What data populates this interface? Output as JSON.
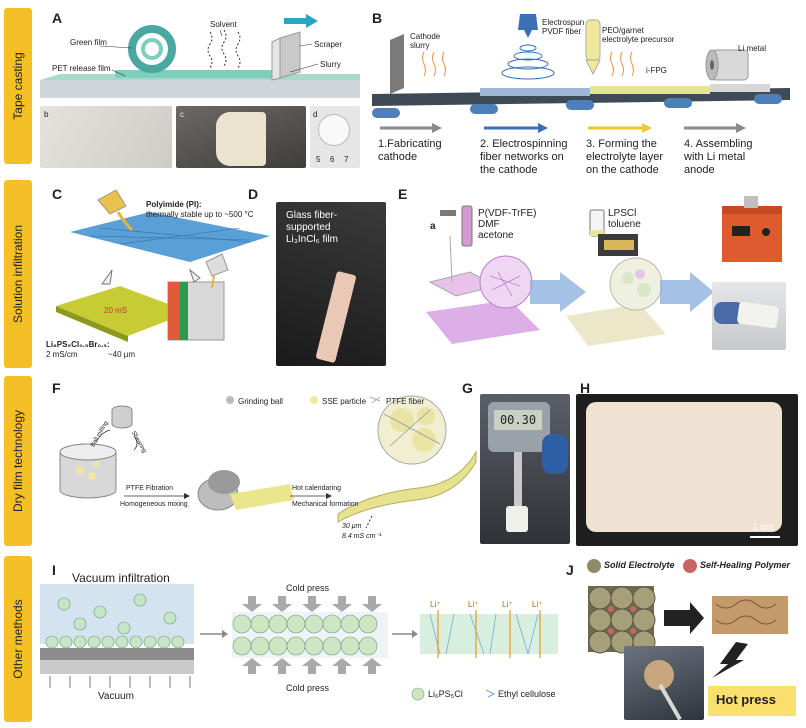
{
  "rows": {
    "tape": "Tape casting",
    "solution": "Solution infiltration",
    "dry": "Dry film technology",
    "other": "Other methods"
  },
  "panelA": {
    "label": "A",
    "green_film": "Green film",
    "solvent": "Solvent",
    "scraper": "Scraper",
    "pet": "PET release film",
    "slurry": "Slurry",
    "sub_b": "b",
    "sub_c": "c",
    "sub_d": "d",
    "ruler": [
      "5",
      "6",
      "7"
    ]
  },
  "panelB": {
    "label": "B",
    "cathode_slurry": "Cathode\nslurry",
    "electrospun": "Electrospun\nPVDF fiber",
    "peo": "PEO/garnet\nelectrolyte precursor",
    "ifpg": "i-FPG",
    "li_metal": "Li metal",
    "steps": [
      "1.Fabricating\ncathode",
      "2. Electrospinning\nfiber networks on\nthe cathode",
      "3. Forming the\nelectrolyte layer\non the cathode",
      "4. Assembling\nwith Li metal\nanode"
    ]
  },
  "panelC": {
    "label": "C",
    "pi_title": "Polyimide (PI):",
    "pi_desc": "thermally stable up to ~500 °C",
    "formula": "Li₆PS₅Cl₀.₅Br₀.₅:",
    "conductivity": "2 mS/cm",
    "thickness": "~40 μm",
    "inner": "20 mS"
  },
  "panelD": {
    "label": "D",
    "text": "Glass fiber-\nsupported\nLi₃InCl₆ film"
  },
  "panelE": {
    "label": "E",
    "sub_a": "a",
    "solution1": "P(VDF-TrFE)\nDMF\nacetone",
    "solution2": "LPSCl\ntoluene"
  },
  "panelF": {
    "label": "F",
    "legend": [
      "Grinding ball",
      "SSE particle",
      "PTFE fiber"
    ],
    "ball_milling": "Ball milling",
    "shearing": "Shearing",
    "ptfe": "PTFE Fibration",
    "homog": "Homogeneous mixing",
    "hot_cal": "Hot calendaring",
    "mech": "Mechanical formation",
    "spec1": "30 μm",
    "spec2": "8.4 mS cm⁻¹"
  },
  "panelG": {
    "label": "G",
    "reading": "00.30"
  },
  "panelH": {
    "label": "H",
    "scale": "1 cm"
  },
  "panelI": {
    "label": "I",
    "vacuum_infiltration": "Vacuum infiltration",
    "vacuum": "Vacuum",
    "cold_press_top": "Cold press",
    "cold_press_bottom": "Cold press",
    "li_ion": "Li⁺",
    "legend_lpscl": "Li₆PS₅Cl",
    "legend_ec": "Ethyl cellulose"
  },
  "panelJ": {
    "label": "J",
    "solid": "Solid Electrolyte",
    "healing": "Self-Healing Polymer",
    "hot_press": "Hot press"
  },
  "colors": {
    "band": "#f4c026",
    "arrow_blue": "#3d6fb6",
    "arrow_grey": "#8a8a8a",
    "film_yellow": "#e8e39a",
    "particle_green": "#cfe6c4"
  }
}
